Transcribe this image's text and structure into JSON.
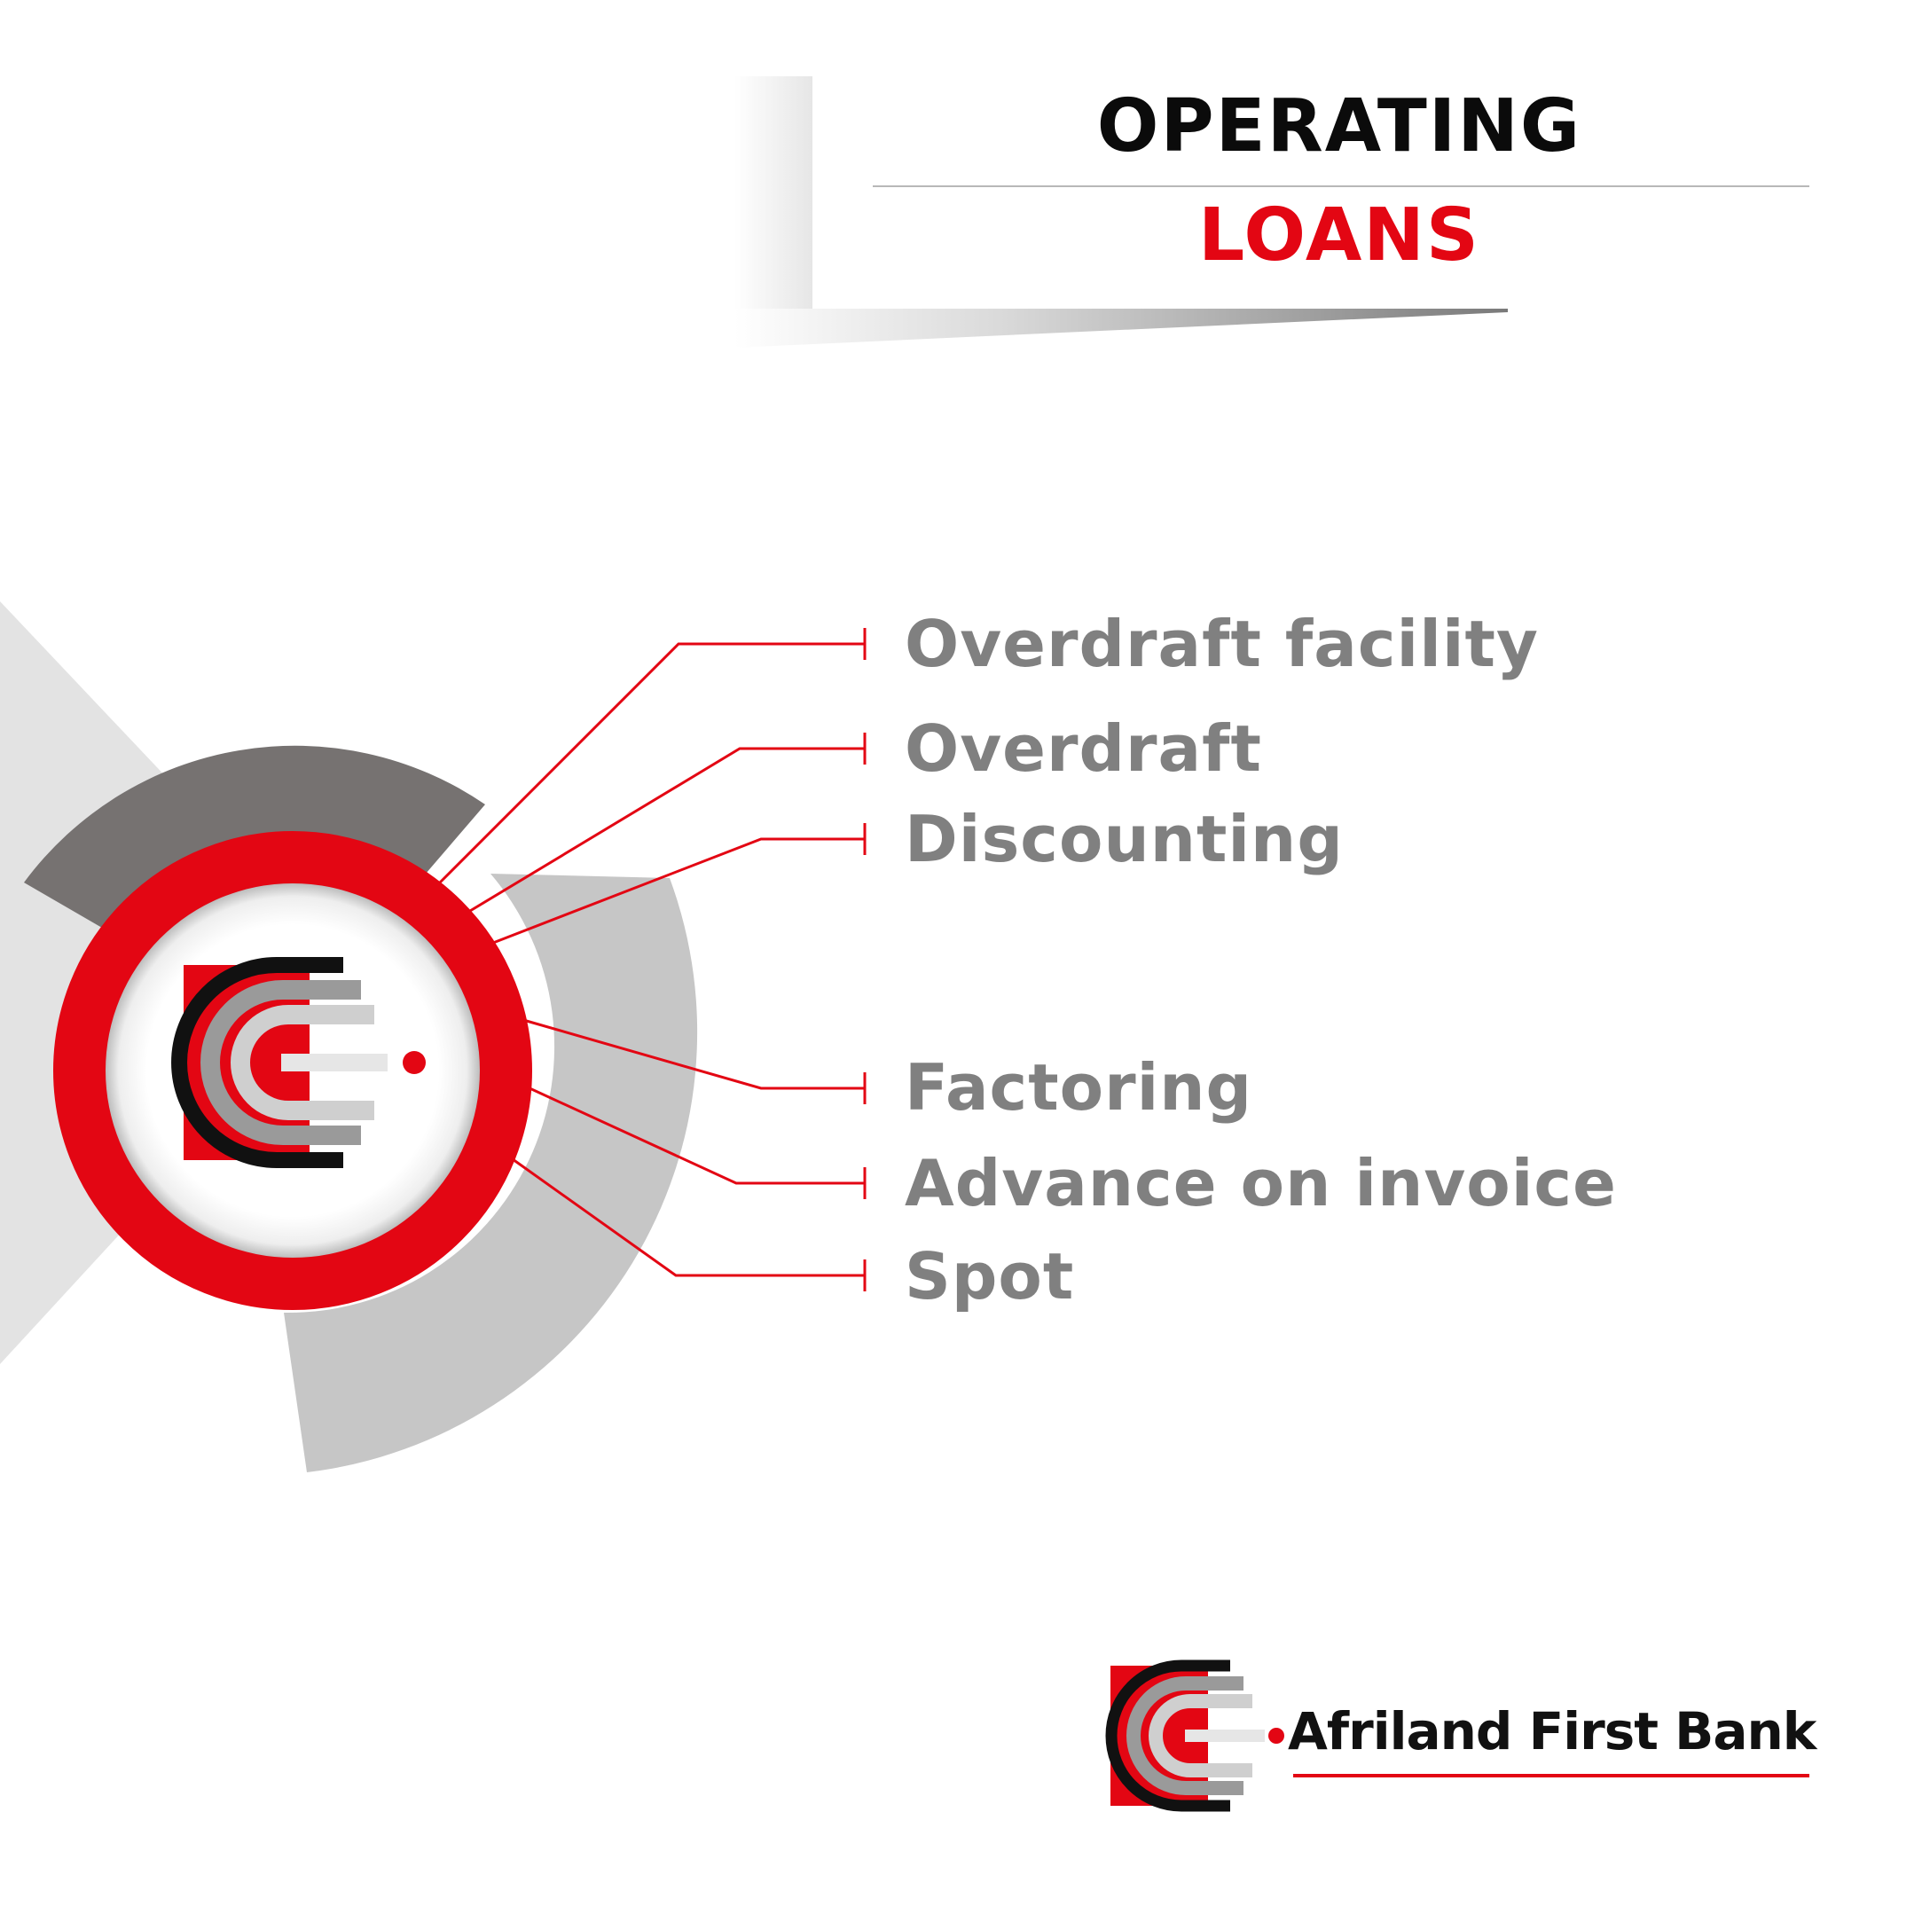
{
  "header": {
    "title_line1": "OPERATING",
    "title_line2": "LOANS"
  },
  "diagram": {
    "items": [
      "Overdraft facility",
      "Overdraft",
      "Discounting",
      "Factoring",
      "Advance on invoice",
      "Spot"
    ]
  },
  "brand": {
    "name": "Afriland First Bank"
  },
  "colors": {
    "accent_red": "#e30613",
    "text_gray": "#808080",
    "title_black": "#0b0b0b",
    "dark_gray": "#767271",
    "light_gray": "#c6c6c6",
    "pale_gray": "#e3e3e3"
  },
  "icons": {
    "center": "afriland-logo-icon",
    "footer": "afriland-logo-icon"
  }
}
